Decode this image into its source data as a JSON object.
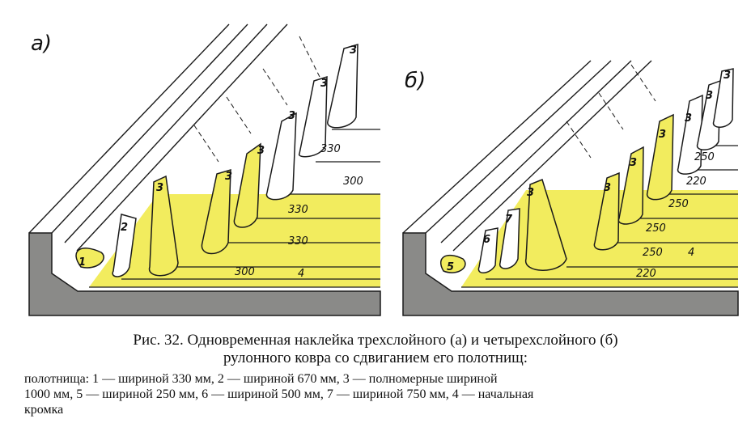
{
  "diagram": {
    "panel_a": {
      "label": "а)",
      "sheet_numbers": [
        "1",
        "2",
        "3",
        "3",
        "3",
        "3",
        "3",
        "3"
      ],
      "dimensions": [
        "330",
        "300",
        "330",
        "330",
        "300"
      ],
      "edge_number": "4"
    },
    "panel_b": {
      "label": "б)",
      "sheet_numbers": [
        "5",
        "6",
        "7",
        "3",
        "3",
        "3",
        "3",
        "3",
        "3",
        "3"
      ],
      "dimensions": [
        "250",
        "220",
        "250",
        "250",
        "250",
        "220"
      ],
      "edge_number": "4"
    },
    "colors": {
      "sheet_fill": "#f2ec5e",
      "base_fill": "#8a8a88",
      "line": "#1a1a1a"
    }
  },
  "caption": {
    "title_line1": "Рис. 32. Одновременная наклейка трехслойного (а) и четырехслойного (б)",
    "title_line2": "рулонного ковра со сдвиганием его полотнищ:",
    "legend_line1": "полотнища: 1 — шириной 330 мм, 2 — шириной 670 мм, 3 — полномерные шириной",
    "legend_line2": "1000 мм, 5 — шириной 250 мм, 6 — шириной 500 мм, 7 — шириной 750 мм, 4 — начальная",
    "legend_line3": "кромка"
  }
}
